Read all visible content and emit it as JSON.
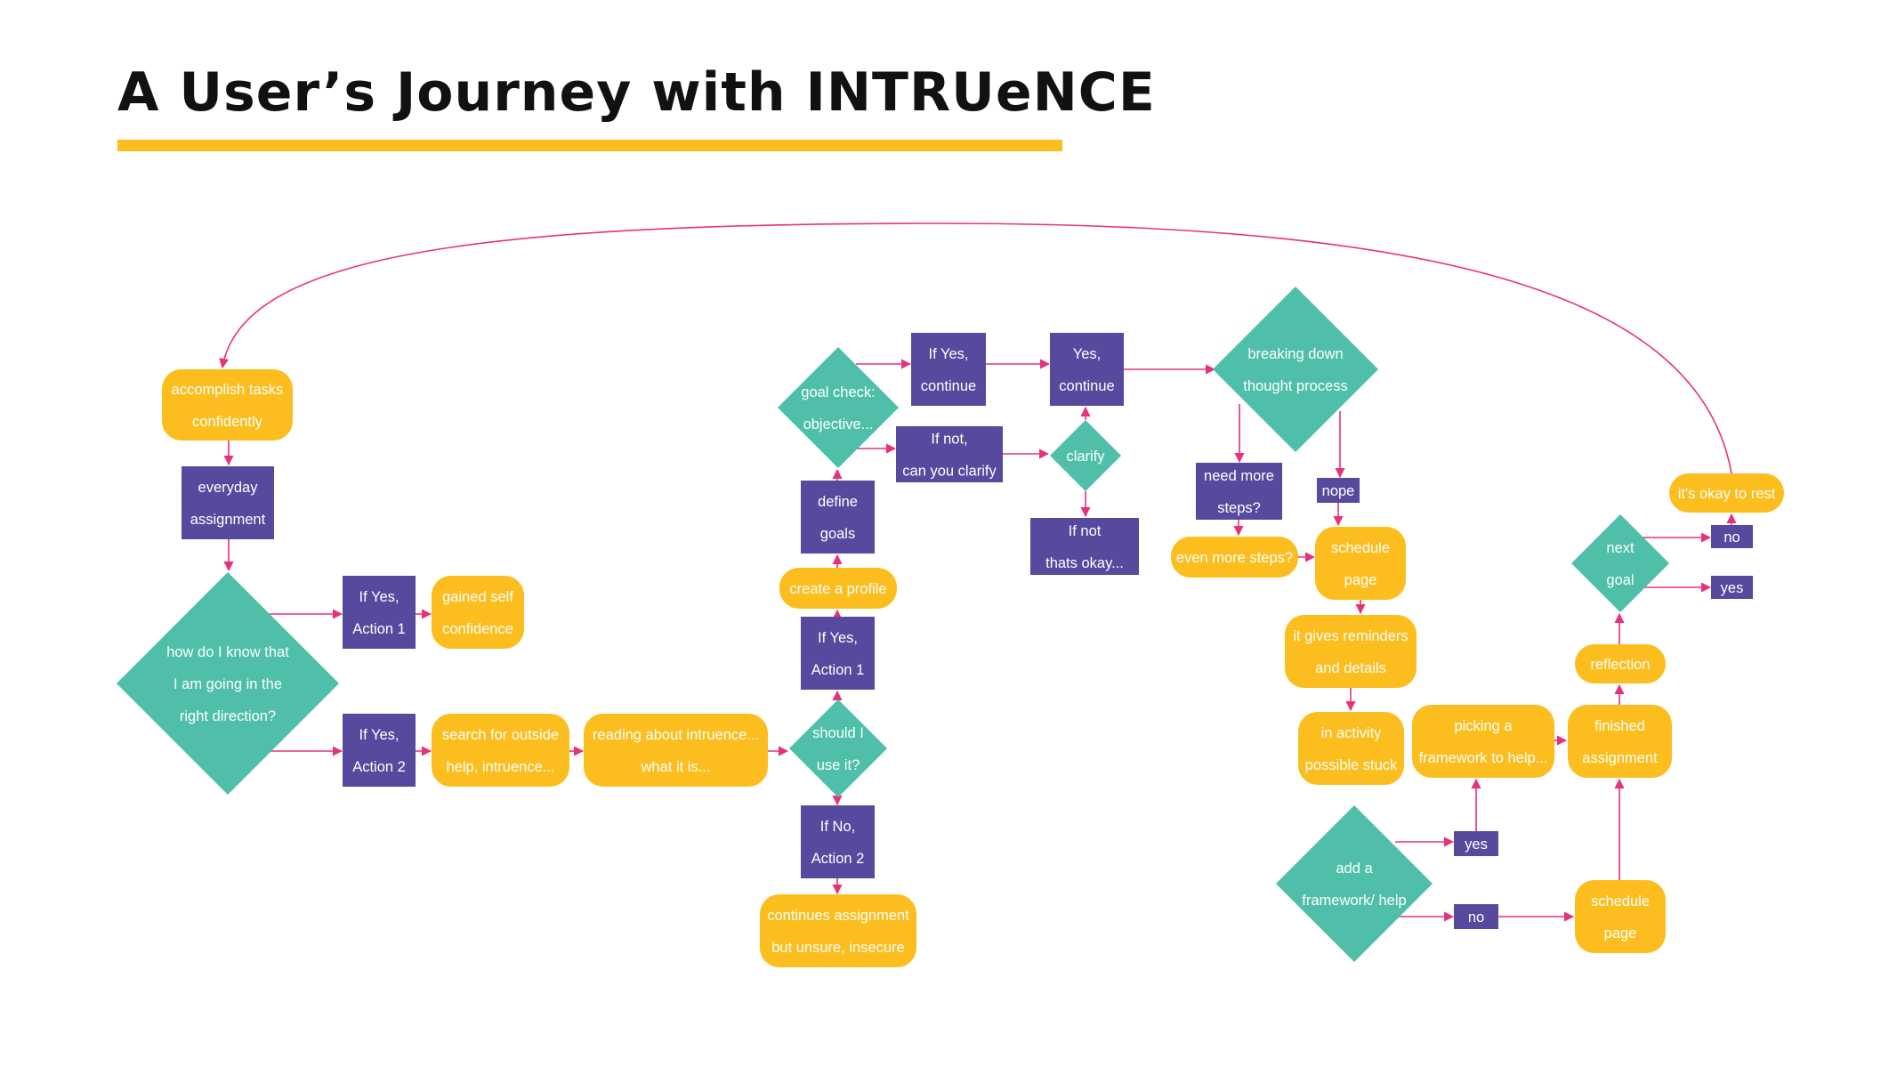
{
  "title": "A User’s Journey with INTRUeNCE",
  "colors": {
    "yellow": "#FCBE1E",
    "purple": "#574A9E",
    "teal": "#4FBFA9",
    "arrow": "#E8317C",
    "title_text": "#111111",
    "node_text": "#ffffff"
  },
  "nodes": [
    {
      "id": "accomplish",
      "shape": "rounded",
      "lines": [
        "accomplish tasks",
        "confidently"
      ]
    },
    {
      "id": "everyday",
      "shape": "rect",
      "lines": [
        "everyday",
        "assignment"
      ]
    },
    {
      "id": "how-know",
      "shape": "diamond",
      "lines": [
        "how do I know that",
        "I am going in the",
        "right direction?"
      ]
    },
    {
      "id": "yes-action1",
      "shape": "rect",
      "lines": [
        "If Yes,",
        "Action 1"
      ]
    },
    {
      "id": "gained",
      "shape": "rounded",
      "lines": [
        "gained self",
        "confidence"
      ]
    },
    {
      "id": "yes-action2",
      "shape": "rect",
      "lines": [
        "If Yes,",
        "Action 2"
      ]
    },
    {
      "id": "search",
      "shape": "rounded",
      "lines": [
        "search for outside",
        "help, intruence..."
      ]
    },
    {
      "id": "reading",
      "shape": "rounded",
      "lines": [
        "reading about intruence...",
        "what it is..."
      ]
    },
    {
      "id": "should-use",
      "shape": "diamond",
      "lines": [
        "should I",
        "use it?"
      ]
    },
    {
      "id": "no-action2",
      "shape": "rect",
      "lines": [
        "If No,",
        "Action 2"
      ]
    },
    {
      "id": "continues",
      "shape": "rounded",
      "lines": [
        "continues assignment",
        "but unsure, insecure"
      ]
    },
    {
      "id": "yes-action1b",
      "shape": "rect",
      "lines": [
        "If Yes,",
        "Action 1"
      ]
    },
    {
      "id": "create-profile",
      "shape": "rounded",
      "lines": [
        "create a profile"
      ]
    },
    {
      "id": "define-goals",
      "shape": "rect",
      "lines": [
        "define",
        "goals"
      ]
    },
    {
      "id": "goal-check",
      "shape": "diamond",
      "lines": [
        "goal check:",
        "objective..."
      ]
    },
    {
      "id": "yes-continue",
      "shape": "rect",
      "lines": [
        "If Yes,",
        "continue"
      ]
    },
    {
      "id": "not-clarify",
      "shape": "rect",
      "lines": [
        "If not,",
        "can you clarify"
      ]
    },
    {
      "id": "yes-continue2",
      "shape": "rect",
      "lines": [
        "Yes,",
        "continue"
      ]
    },
    {
      "id": "clarify",
      "shape": "diamond",
      "lines": [
        "clarify"
      ]
    },
    {
      "id": "not-okay",
      "shape": "rect",
      "lines": [
        "If not",
        "thats okay..."
      ]
    },
    {
      "id": "breaking-down",
      "shape": "diamond",
      "lines": [
        "breaking down",
        "thought process"
      ]
    },
    {
      "id": "need-more",
      "shape": "rect",
      "lines": [
        "need more",
        "steps?"
      ]
    },
    {
      "id": "even-more",
      "shape": "rounded",
      "lines": [
        "even more steps?"
      ]
    },
    {
      "id": "nope",
      "shape": "rect",
      "lines": [
        "nope"
      ]
    },
    {
      "id": "schedule-page",
      "shape": "rounded",
      "lines": [
        "schedule",
        "page"
      ]
    },
    {
      "id": "reminders",
      "shape": "rounded",
      "lines": [
        "it gives reminders",
        "and details"
      ]
    },
    {
      "id": "in-activity",
      "shape": "rounded",
      "lines": [
        "in activity",
        "possible stuck"
      ]
    },
    {
      "id": "add-framework",
      "shape": "diamond",
      "lines": [
        "add a",
        "framework/ help"
      ]
    },
    {
      "id": "yes-small",
      "shape": "rect",
      "lines": [
        "yes"
      ]
    },
    {
      "id": "no-small",
      "shape": "rect",
      "lines": [
        "no"
      ]
    },
    {
      "id": "picking",
      "shape": "rounded",
      "lines": [
        "picking a",
        "framework to help..."
      ]
    },
    {
      "id": "finished",
      "shape": "rounded",
      "lines": [
        "finished",
        "assignment"
      ]
    },
    {
      "id": "schedule-page2",
      "shape": "rounded",
      "lines": [
        "schedule",
        "page"
      ]
    },
    {
      "id": "reflection",
      "shape": "rounded",
      "lines": [
        "reflection"
      ]
    },
    {
      "id": "next-goal",
      "shape": "diamond",
      "lines": [
        "next",
        "goal"
      ]
    },
    {
      "id": "no-right",
      "shape": "rect",
      "lines": [
        "no"
      ]
    },
    {
      "id": "yes-right",
      "shape": "rect",
      "lines": [
        "yes"
      ]
    },
    {
      "id": "okay-rest",
      "shape": "rounded",
      "lines": [
        "it's okay to rest"
      ]
    }
  ],
  "edges": [
    [
      "accomplish",
      "everyday"
    ],
    [
      "everyday",
      "how-know"
    ],
    [
      "how-know",
      "yes-action1"
    ],
    [
      "yes-action1",
      "gained"
    ],
    [
      "how-know",
      "yes-action2"
    ],
    [
      "yes-action2",
      "search"
    ],
    [
      "search",
      "reading"
    ],
    [
      "reading",
      "should-use"
    ],
    [
      "should-use",
      "no-action2"
    ],
    [
      "no-action2",
      "continues"
    ],
    [
      "should-use",
      "yes-action1b"
    ],
    [
      "yes-action1b",
      "create-profile"
    ],
    [
      "create-profile",
      "define-goals"
    ],
    [
      "define-goals",
      "goal-check"
    ],
    [
      "goal-check",
      "yes-continue"
    ],
    [
      "goal-check",
      "not-clarify"
    ],
    [
      "yes-continue",
      "yes-continue2"
    ],
    [
      "not-clarify",
      "clarify"
    ],
    [
      "clarify",
      "yes-continue2"
    ],
    [
      "clarify",
      "not-okay"
    ],
    [
      "yes-continue2",
      "breaking-down"
    ],
    [
      "breaking-down",
      "need-more"
    ],
    [
      "breaking-down",
      "nope"
    ],
    [
      "need-more",
      "even-more"
    ],
    [
      "even-more",
      "schedule-page"
    ],
    [
      "nope",
      "schedule-page"
    ],
    [
      "schedule-page",
      "reminders"
    ],
    [
      "reminders",
      "in-activity"
    ],
    [
      "add-framework",
      "yes-small"
    ],
    [
      "add-framework",
      "no-small"
    ],
    [
      "yes-small",
      "picking"
    ],
    [
      "no-small",
      "schedule-page2"
    ],
    [
      "picking",
      "finished"
    ],
    [
      "schedule-page2",
      "finished"
    ],
    [
      "finished",
      "reflection"
    ],
    [
      "reflection",
      "next-goal"
    ],
    [
      "next-goal",
      "no-right"
    ],
    [
      "next-goal",
      "yes-right"
    ],
    [
      "no-right",
      "okay-rest"
    ],
    [
      "okay-rest",
      "accomplish"
    ]
  ]
}
